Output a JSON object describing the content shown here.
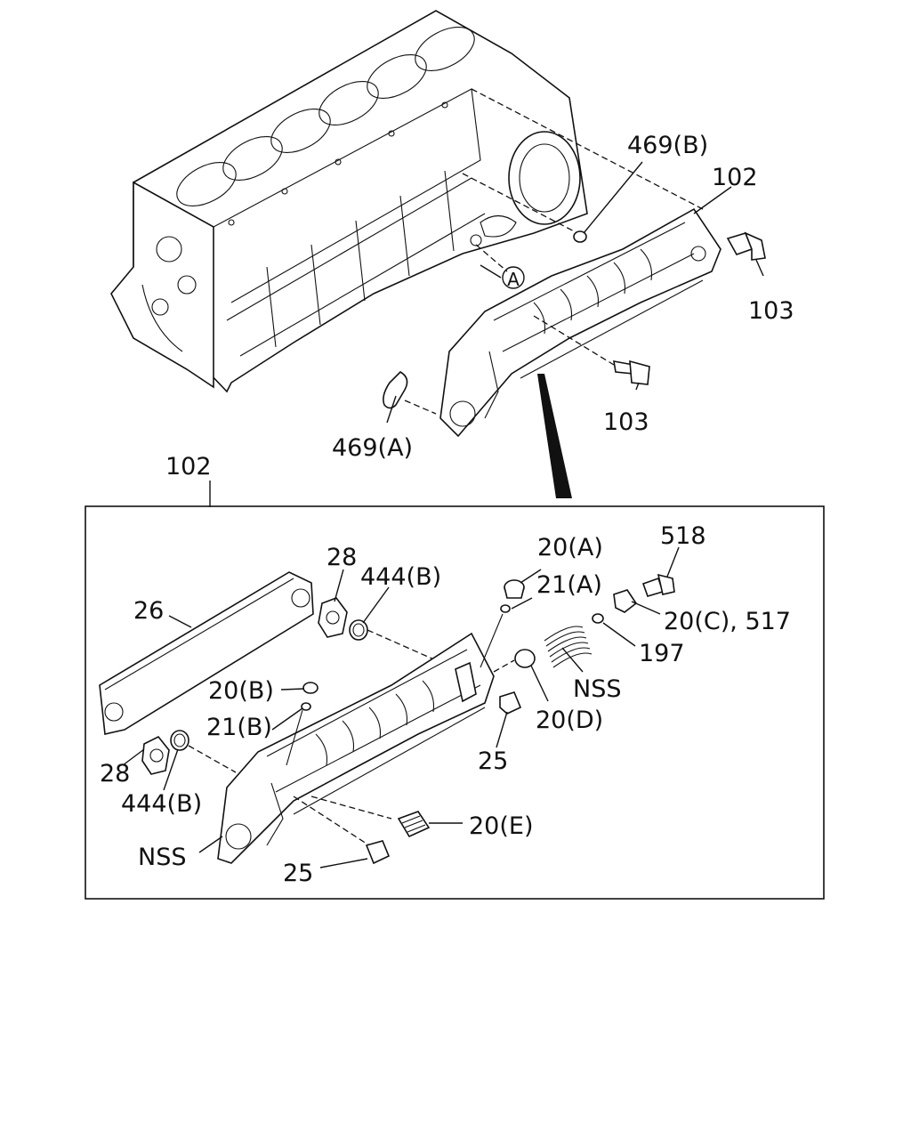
{
  "labels": {
    "l_469b_top": "469(B)",
    "l_102_top": "102",
    "l_103_right": "103",
    "l_103_mid": "103",
    "l_469a": "469(A)",
    "l_a_circle": "A",
    "l_102_box": "102",
    "l_518": "518",
    "l_20a": "20(A)",
    "l_21a": "21(A)",
    "l_28_top": "28",
    "l_444b_top": "444(B)",
    "l_20c_517": "20(C), 517",
    "l_26": "26",
    "l_197": "197",
    "l_nss_right": "NSS",
    "l_20b": "20(B)",
    "l_21b": "21(B)",
    "l_20d": "20(D)",
    "l_25_mid": "25",
    "l_28_left": "28",
    "l_444b_left": "444(B)",
    "l_20e": "20(E)",
    "l_nss_left": "NSS",
    "l_25_bottom": "25"
  }
}
